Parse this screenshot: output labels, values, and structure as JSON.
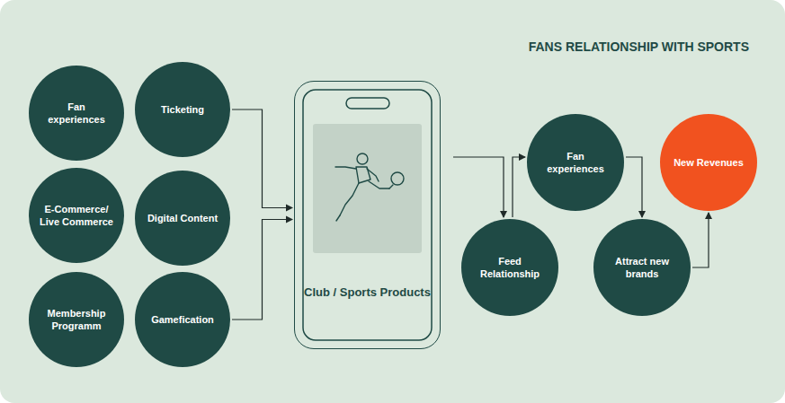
{
  "diagram": {
    "title": "FANS RELATIONSHIP WITH SPORTS",
    "nodes": [
      {
        "text": [
          "Fan experiences"
        ]
      },
      {
        "text": [
          "Ticketing"
        ]
      },
      {
        "text": [
          "E-Commerce/ Live Commerce"
        ]
      },
      {
        "text": [
          "Digital Content"
        ]
      },
      {
        "text": [
          "Membership Programm"
        ]
      },
      {
        "text": [
          "Gamefication"
        ]
      },
      {
        "text": [
          "Club / Sports Products"
        ]
      },
      {
        "text": [
          "Feed Relationship"
        ]
      },
      {
        "text": [
          "Fan experiences"
        ]
      },
      {
        "text": [
          "Attract new brands"
        ]
      },
      {
        "text": [
          "New Revenues"
        ]
      }
    ],
    "edges": [
      {
        "from": 1,
        "to": 6,
        "arrow": "to"
      },
      {
        "from": 5,
        "to": 6,
        "arrow": "to"
      },
      {
        "from": 6,
        "to": 7,
        "arrow": "to"
      },
      {
        "from": 7,
        "to": 8,
        "arrow": "to"
      },
      {
        "from": 8,
        "to": 9,
        "arrow": "to"
      },
      {
        "from": 9,
        "to": 10,
        "arrow": "to"
      }
    ]
  }
}
